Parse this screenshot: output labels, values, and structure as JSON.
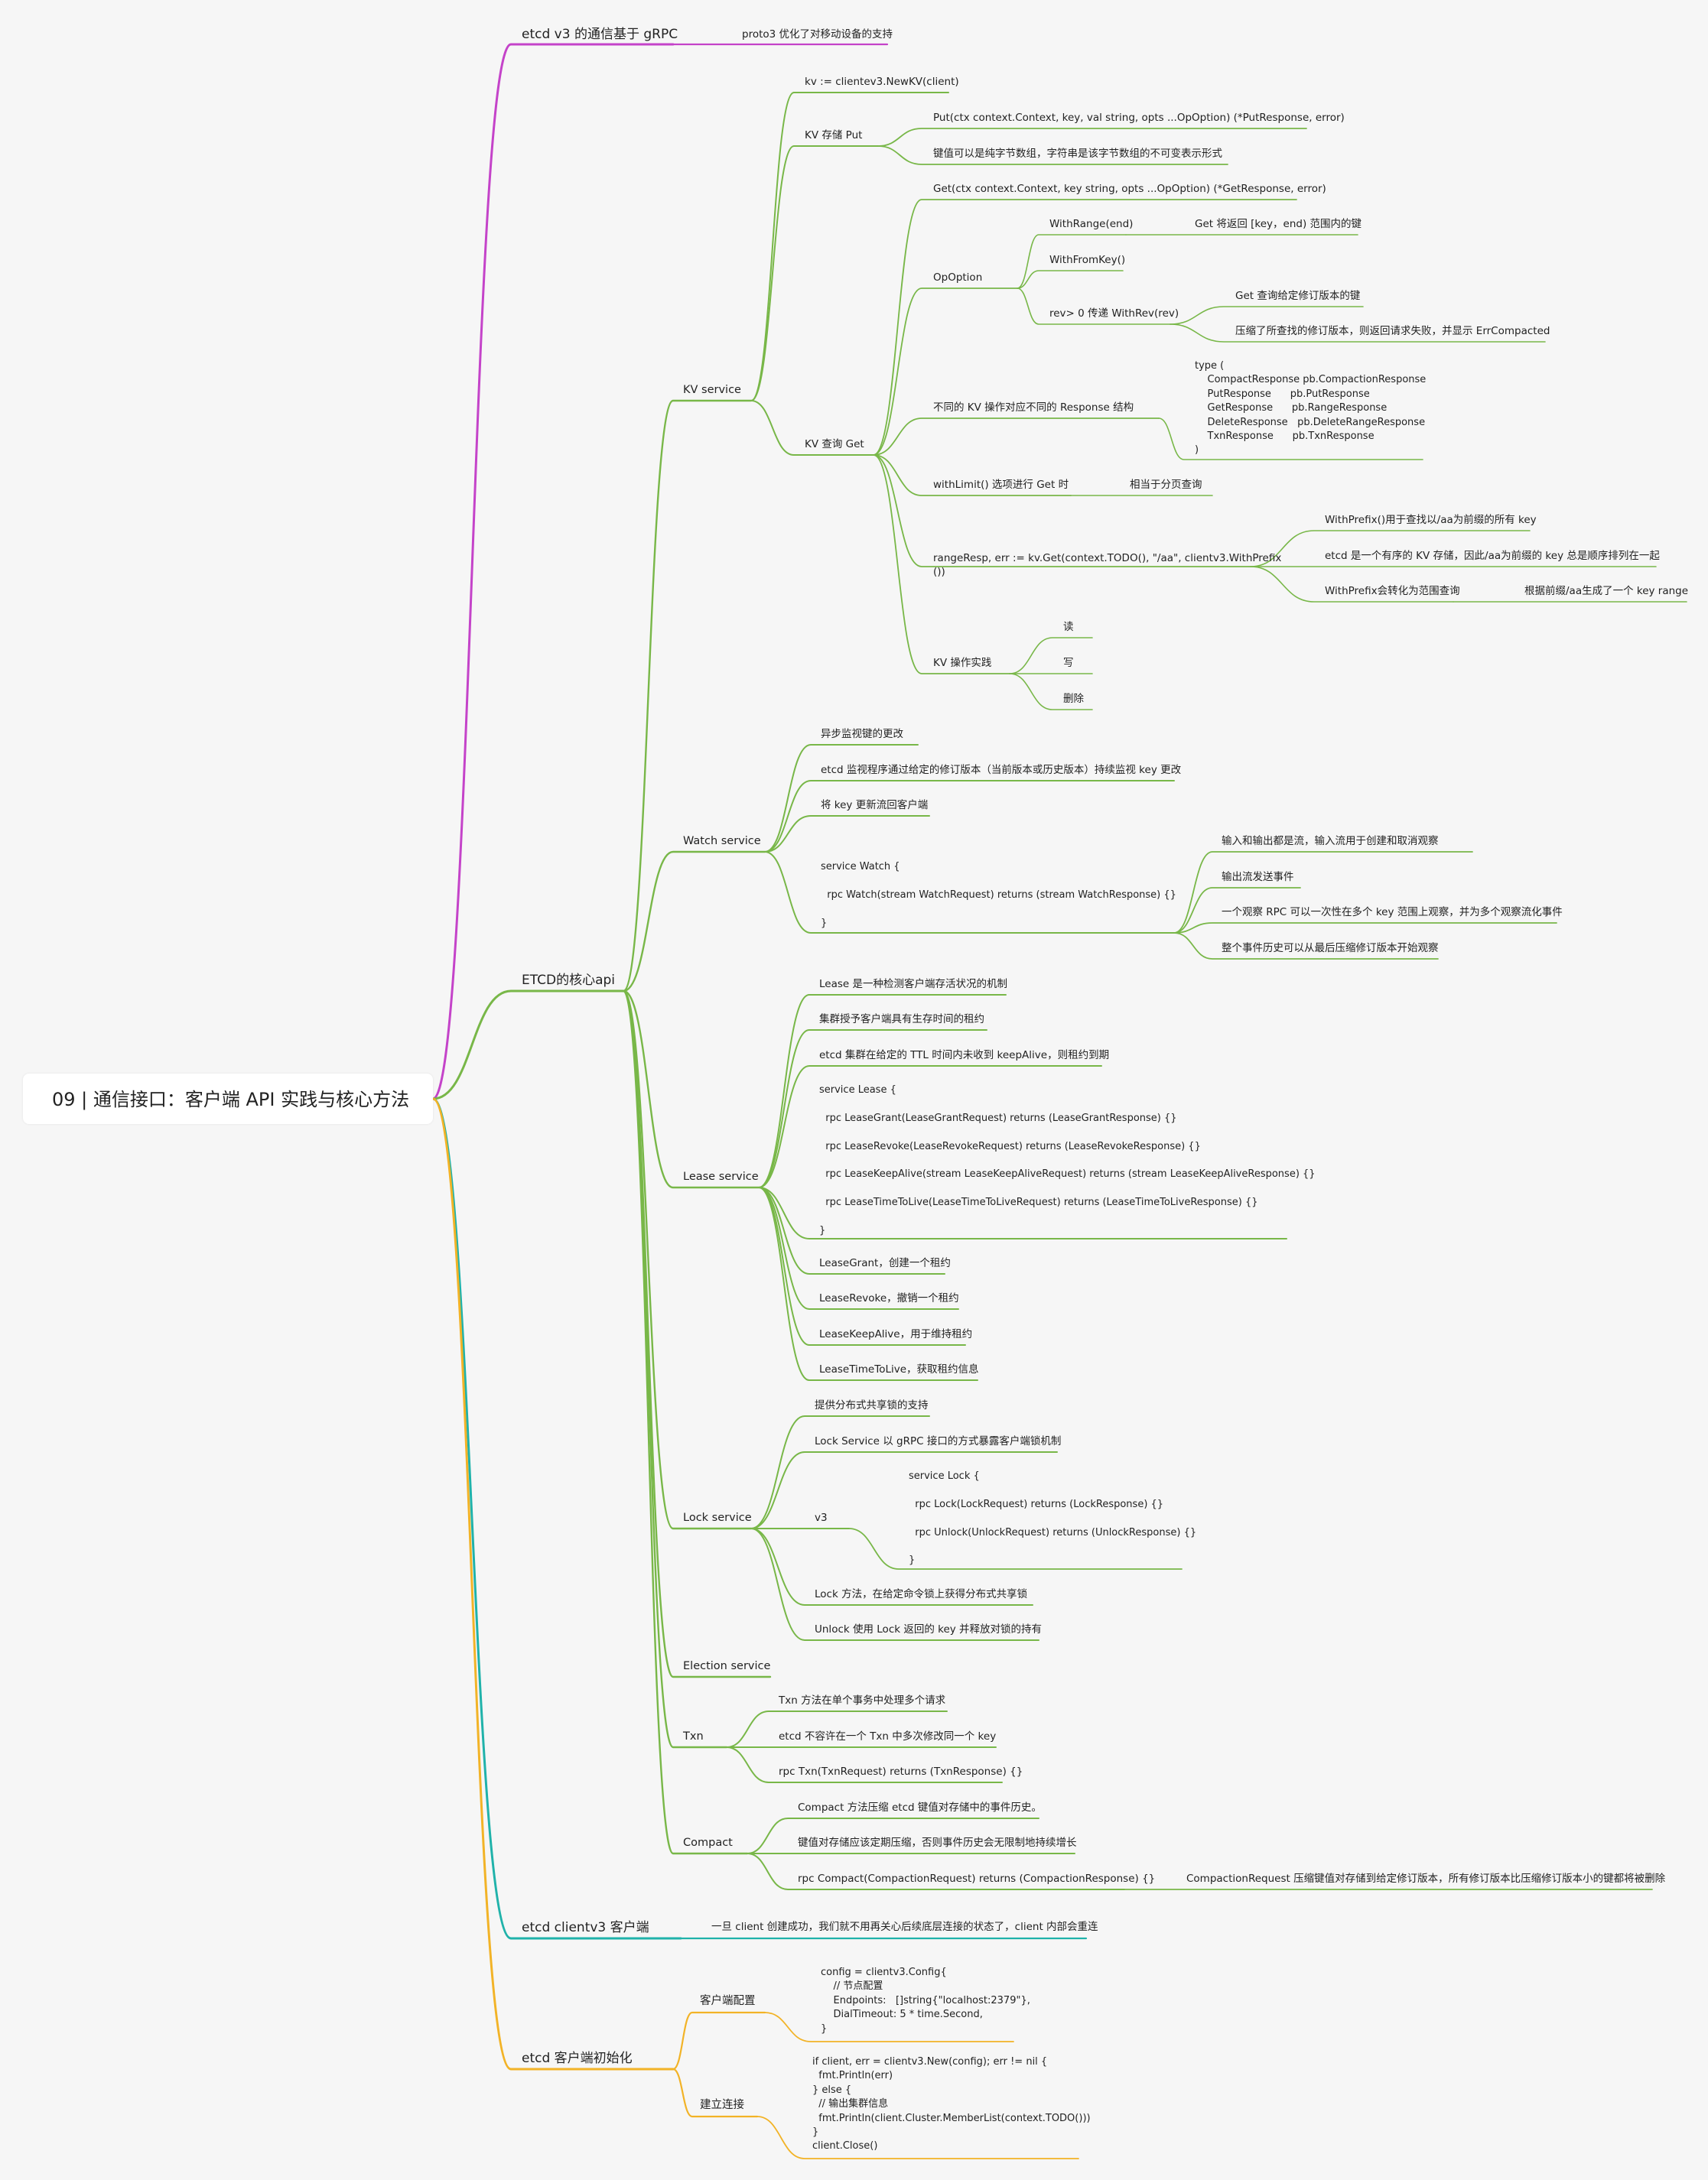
{
  "root": {
    "title": "09 | 通信接口：客户端 API 实践与核心方法"
  },
  "colors": {
    "branch_grpc": "#c443c9",
    "branch_api": "#78b748",
    "branch_client": "#20b2aa",
    "branch_init": "#f2b327",
    "node_background": "#ffffff",
    "canvas_background": "#f6f6f6"
  },
  "branches": {
    "grpc": {
      "label": "etcd v3 的通信基于 gRPC",
      "note": "proto3 优化了对移动设备的支持"
    },
    "api": {
      "label": "ETCD的核心api",
      "kv": {
        "label": "KV service",
        "newkv": "kv := clientev3.NewKV(client)",
        "put": {
          "label": "KV 存储 Put",
          "sig": "Put(ctx context.Context, key, val string, opts ...OpOption) (*PutResponse, error)",
          "note": "键值可以是纯字节数组，字符串是该字节数组的不可变表示形式"
        },
        "get": {
          "label": "KV 查询 Get",
          "sig": "Get(ctx context.Context, key string, opts ...OpOption) (*GetResponse, error)",
          "opoption": {
            "label": "OpOption",
            "withrange": "WithRange(end)",
            "withrange_note": "Get 将返回 [key，end) 范围内的键",
            "withfromkey": "WithFromKey()",
            "withrev": "rev> 0 传递 WithRev(rev)",
            "withrev_note1": "Get 查询给定修订版本的键",
            "withrev_note2": "压缩了所查找的修订版本，则返回请求失败，并显示 ErrCompacted"
          },
          "response": {
            "label": "不同的 KV 操作对应不同的 Response 结构",
            "code": "type (\n    CompactResponse pb.CompactionResponse\n    PutResponse      pb.PutResponse\n    GetResponse      pb.RangeResponse\n    DeleteResponse   pb.DeleteRangeResponse\n    TxnResponse      pb.TxnResponse\n)"
          },
          "withlimit": {
            "label": "withLimit() 选项进行 Get 时",
            "note": "相当于分页查询"
          },
          "rangeresp": {
            "label": "rangeResp, err := kv.Get(context.TODO(), \"/aa\", clientv3.WithPrefix\n())",
            "c1": "WithPrefix()用于查找以/aa为前缀的所有 key",
            "c2": "etcd 是一个有序的 KV 存储，因此/aa为前缀的 key 总是顺序排列在一起",
            "c3": "WithPrefix会转化为范围查询",
            "c3_note": "根据前缀/aa生成了一个 key range"
          },
          "practice": {
            "label": "KV 操作实践",
            "read": "读",
            "write": "写",
            "delete": "删除"
          }
        }
      },
      "watch": {
        "label": "Watch service",
        "i1": "异步监视键的更改",
        "i2": "etcd 监视程序通过给定的修订版本（当前版本或历史版本）持续监视 key 更改",
        "i3": "将 key 更新流回客户端",
        "code": "service Watch {\n\n  rpc Watch(stream WatchRequest) returns (stream WatchResponse) {}\n\n}",
        "c1": "输入和输出都是流，输入流用于创建和取消观察",
        "c2": "输出流发送事件",
        "c3": "一个观察 RPC 可以一次性在多个 key 范围上观察，并为多个观察流化事件",
        "c4": "整个事件历史可以从最后压缩修订版本开始观察"
      },
      "lease": {
        "label": "Lease service",
        "i1": "Lease 是一种检测客户端存活状况的机制",
        "i2": "集群授予客户端具有生存时间的租约",
        "i3": "etcd 集群在给定的 TTL 时间内未收到 keepAlive，则租约到期",
        "code": "service Lease {\n\n  rpc LeaseGrant(LeaseGrantRequest) returns (LeaseGrantResponse) {}\n\n  rpc LeaseRevoke(LeaseRevokeRequest) returns (LeaseRevokeResponse) {}\n\n  rpc LeaseKeepAlive(stream LeaseKeepAliveRequest) returns (stream LeaseKeepAliveResponse) {}\n\n  rpc LeaseTimeToLive(LeaseTimeToLiveRequest) returns (LeaseTimeToLiveResponse) {}\n\n}",
        "i4": "LeaseGrant，创建一个租约",
        "i5": "LeaseRevoke，撤销一个租约",
        "i6": "LeaseKeepAlive，用于维持租约",
        "i7": "LeaseTimeToLive，获取租约信息"
      },
      "lock": {
        "label": "Lock service",
        "i1": "提供分布式共享锁的支持",
        "i2": "Lock Service 以 gRPC 接口的方式暴露客户端锁机制",
        "v3": "v3",
        "code": "service Lock {\n\n  rpc Lock(LockRequest) returns (LockResponse) {}\n\n  rpc Unlock(UnlockRequest) returns (UnlockResponse) {}\n\n}",
        "i3": "Lock 方法，在给定命令锁上获得分布式共享锁",
        "i4": "Unlock 使用 Lock 返回的 key 并释放对锁的持有"
      },
      "election": {
        "label": "Election service"
      },
      "txn": {
        "label": "Txn",
        "i1": "Txn 方法在单个事务中处理多个请求",
        "i2": "etcd 不容许在一个 Txn 中多次修改同一个 key",
        "i3": "rpc Txn(TxnRequest) returns (TxnResponse) {}"
      },
      "compact": {
        "label": "Compact",
        "i1": "Compact 方法压缩 etcd 键值对存储中的事件历史。",
        "i2": "键值对存储应该定期压缩，否则事件历史会无限制地持续增长",
        "i3": "rpc Compact(CompactionRequest) returns (CompactionResponse) {}",
        "i3_note": "CompactionRequest 压缩键值对存储到给定修订版本，所有修订版本比压缩修订版本小的键都将被删除"
      }
    },
    "client": {
      "label": "etcd clientv3 客户端",
      "note": "一旦 client 创建成功，我们就不用再关心后续底层连接的状态了，client 内部会重连"
    },
    "init": {
      "label": "etcd 客户端初始化",
      "config": {
        "label": "客户端配置",
        "code": "config = clientv3.Config{\n    // 节点配置\n    Endpoints:   []string{\"localhost:2379\"},\n    DialTimeout: 5 * time.Second,\n}"
      },
      "connect": {
        "label": "建立连接",
        "code": "if client, err = clientv3.New(config); err != nil {\n  fmt.Println(err)\n} else {\n  // 输出集群信息\n  fmt.Println(client.Cluster.MemberList(context.TODO()))\n}\nclient.Close()"
      }
    }
  }
}
